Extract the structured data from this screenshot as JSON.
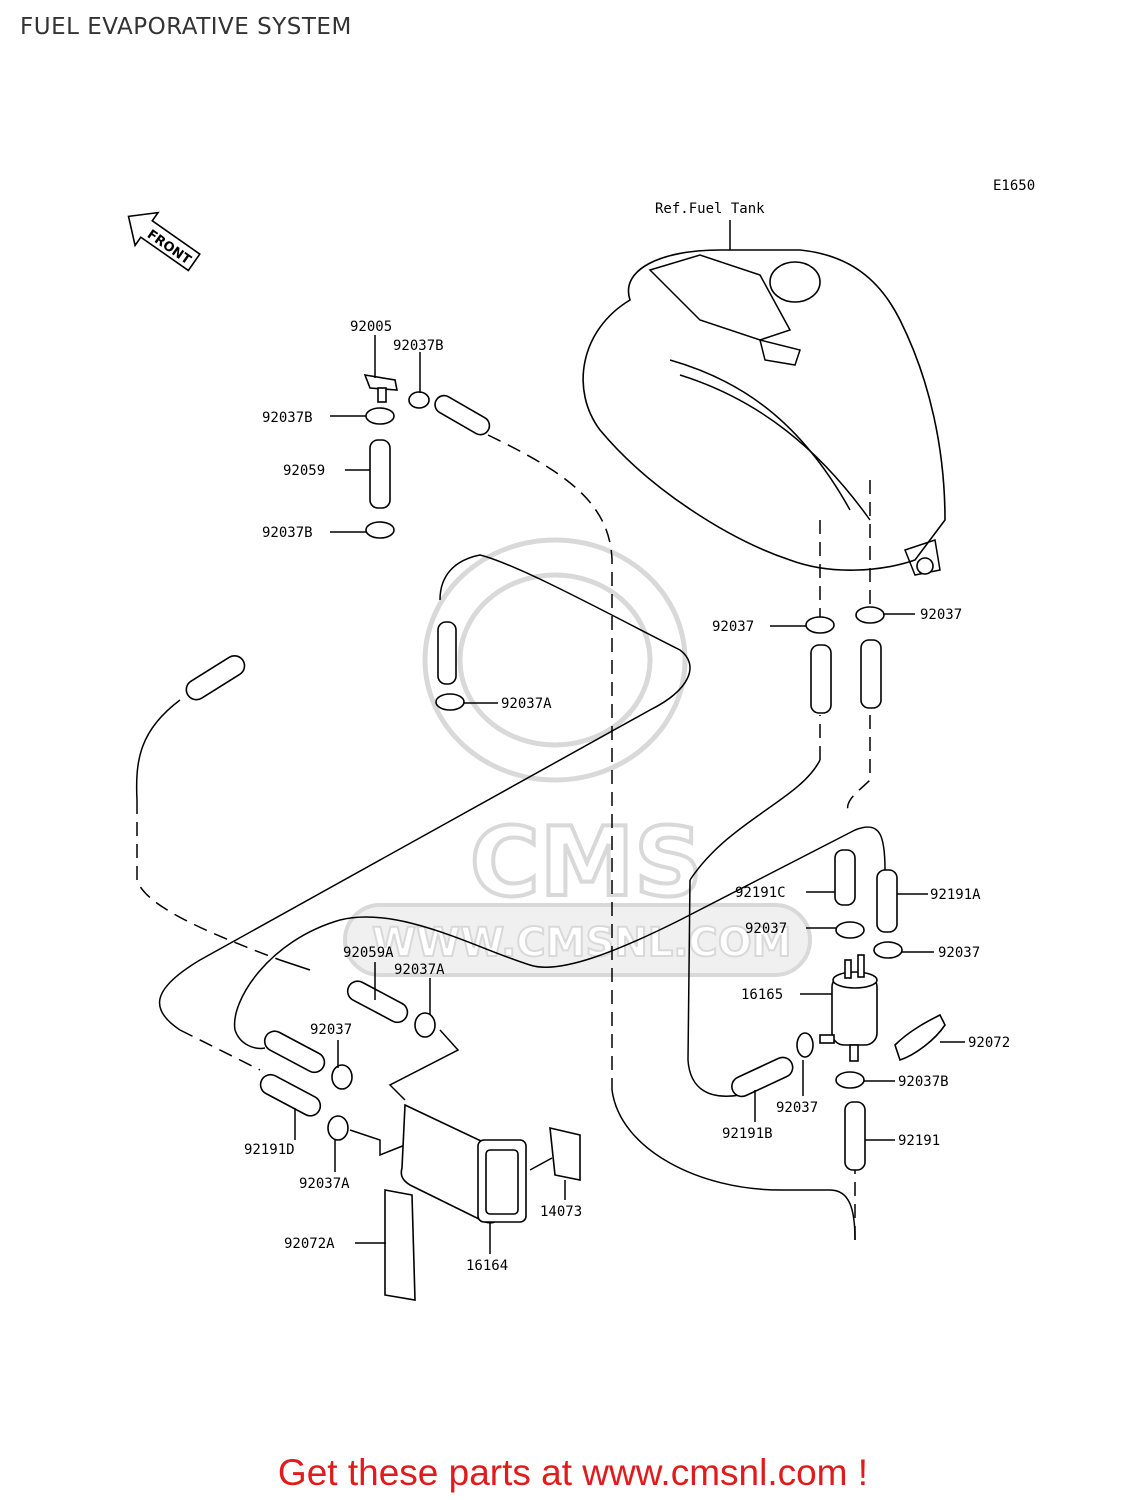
{
  "title": "FUEL EVAPORATIVE SYSTEM",
  "diagram_code": "E1650",
  "front_label": "FRONT",
  "ref_fuel_tank": "Ref.Fuel Tank",
  "watermark": {
    "brand": "CMS",
    "url": "WWW.CMSNL.COM"
  },
  "callouts": {
    "c92005": "92005",
    "c92037b_top": "92037B",
    "c92037b_l1": "92037B",
    "c92059": "92059",
    "c92037b_l2": "92037B",
    "c92037_tank_l": "92037",
    "c92037_tank_r": "92037",
    "c92037a_mid": "92037A",
    "c92191c": "92191C",
    "c92191a": "92191A",
    "c92037_r1": "92037",
    "c92037_r2": "92037",
    "c92059a": "92059A",
    "c92037a_l": "92037A",
    "c16165": "16165",
    "c92037_l": "92037",
    "c92072": "92072",
    "c92037b_r": "92037B",
    "c92037_b": "92037",
    "c92191b": "92191B",
    "c92191d": "92191D",
    "c92191": "92191",
    "c92037a_b": "92037A",
    "c14073": "14073",
    "c92072a": "92072A",
    "c16164": "16164"
  },
  "footer": "Get these parts at www.cmsnl.com !",
  "colors": {
    "footer": "#e11b1b",
    "title": "#333333",
    "watermark": "#d9d9d9"
  }
}
